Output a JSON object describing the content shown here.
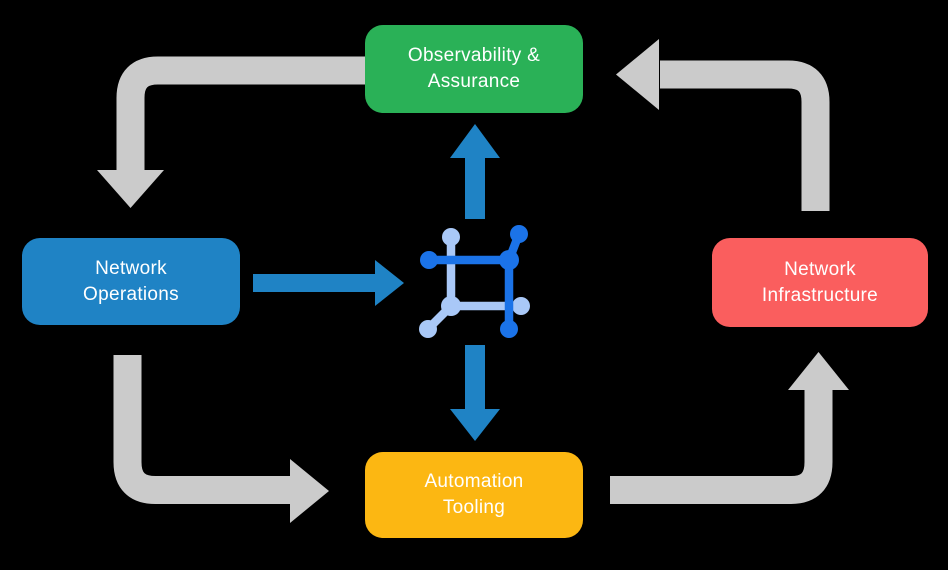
{
  "colors": {
    "background": "#000000",
    "arrow_gray": "#cbcbcb",
    "flow_blue": "#1f83c5",
    "icon_blue_dark": "#1b73e8",
    "icon_blue_light": "#a9c8f7",
    "text": "#ffffff"
  },
  "nodes": {
    "observability": {
      "label": "Observability &\nAssurance",
      "color": "#2ab157"
    },
    "operations": {
      "label": "Network\nOperations",
      "color": "#1f83c5"
    },
    "infrastructure": {
      "label": "Network\nInfrastructure",
      "color": "#fa5e5e"
    },
    "automation": {
      "label": "Automation\nTooling",
      "color": "#fcb712"
    }
  },
  "center_icon": {
    "name": "network-automation-icon"
  },
  "arrows": {
    "gray_cycle": [
      {
        "name": "observability-to-operations",
        "direction": "left-then-down"
      },
      {
        "name": "operations-to-automation",
        "direction": "down-then-right"
      },
      {
        "name": "automation-to-infrastructure",
        "direction": "right-then-up"
      },
      {
        "name": "infrastructure-to-observability",
        "direction": "up-then-left"
      }
    ],
    "blue_flow": [
      {
        "name": "operations-to-center",
        "direction": "right"
      },
      {
        "name": "center-to-observability",
        "direction": "up"
      },
      {
        "name": "center-to-automation",
        "direction": "down"
      }
    ]
  }
}
